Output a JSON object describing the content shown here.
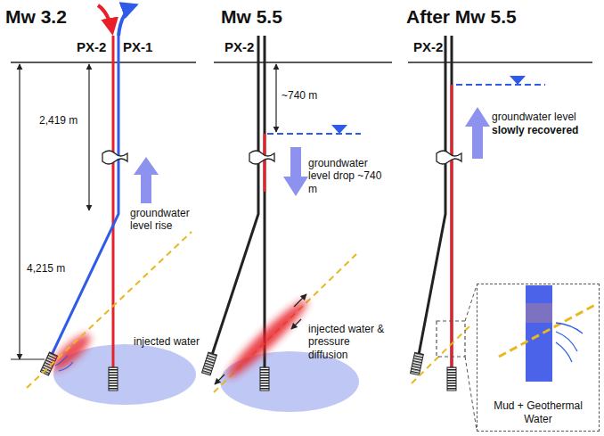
{
  "diagram": {
    "nodes": [
      {
        "text": [
          "Mud + Geothermal Water"
        ]
      }
    ],
    "labels": [
      "Mw 3.2",
      "PX-2",
      "PX-1",
      "Mw 5.5",
      "PX-2",
      "After Mw 5.5",
      "PX-2",
      "2,419 m",
      "4,215 m",
      "groundwater level rise",
      "~740 m",
      "groundwater level drop ~740 m",
      "injected water",
      "injected water & pressure diffusion",
      "groundwater level",
      "slowly recovered"
    ]
  }
}
